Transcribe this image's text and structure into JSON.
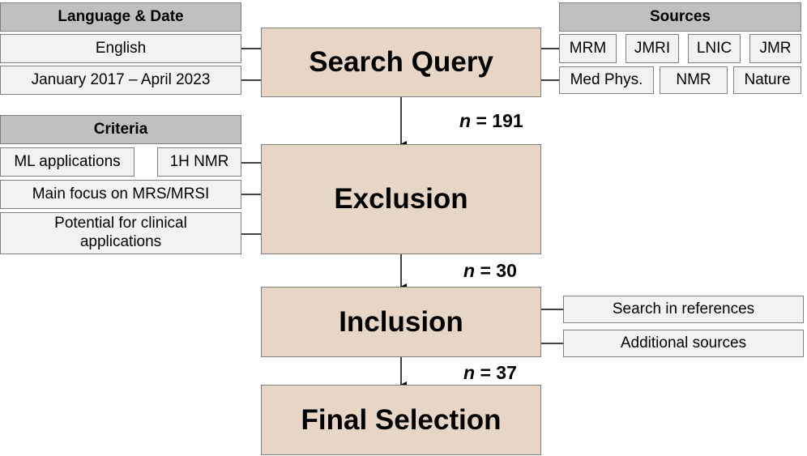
{
  "language_date": {
    "header": "Language & Date",
    "language": "English",
    "date_range": "January 2017 –  April 2023"
  },
  "sources": {
    "header": "Sources",
    "items": [
      "MRM",
      "JMRI",
      "LNIC",
      "JMR",
      "Med Phys.",
      "NMR",
      "Nature"
    ]
  },
  "criteria": {
    "header": "Criteria",
    "items": [
      "ML applications",
      "1H NMR",
      "Main focus on MRS/MRSI",
      "Potential for clinical applications"
    ]
  },
  "stages": {
    "search_query": "Search Query",
    "exclusion": "Exclusion",
    "inclusion": "Inclusion",
    "final_selection": "Final Selection"
  },
  "counts": {
    "n_symbol": "n",
    "after_search": "= 191",
    "after_exclusion": "= 30",
    "after_inclusion": "= 37"
  },
  "inclusion_methods": [
    "Search in references",
    "Additional sources"
  ]
}
